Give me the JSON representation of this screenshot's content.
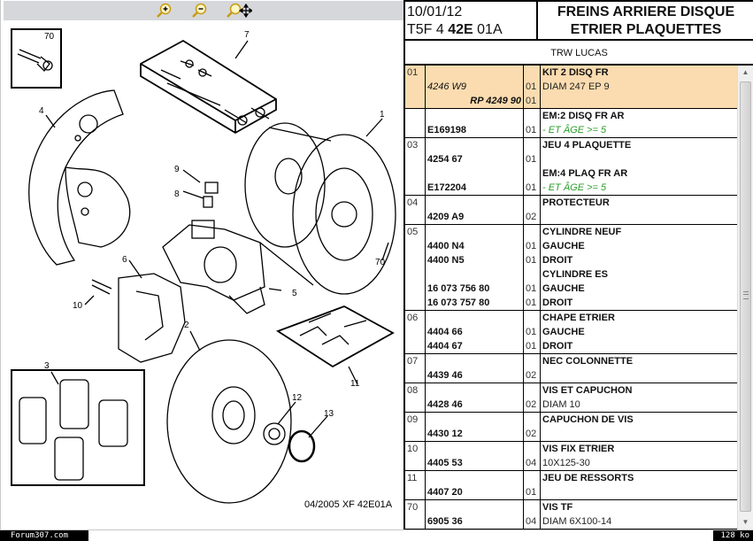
{
  "toolbar": {
    "tools": [
      {
        "name": "zoom-in",
        "icon": "zoom-in-icon"
      },
      {
        "name": "zoom-out",
        "icon": "zoom-out-icon"
      },
      {
        "name": "zoom-pan",
        "icon": "zoom-pan-icon"
      }
    ]
  },
  "drawing": {
    "stamp": "04/2005  XF 42E01A",
    "callouts": [
      "70",
      "7",
      "4",
      "1",
      "9",
      "8",
      "6",
      "10",
      "5",
      "70",
      "2",
      "3",
      "12",
      "13",
      "11"
    ]
  },
  "header": {
    "date": "10/01/12",
    "ref_prefix": "T5F 4 ",
    "ref_bold": "42E",
    "ref_suffix": " 01A",
    "title_line1": "FREINS ARRIERE DISQUE",
    "title_line2": "ETRIER PLAQUETTES",
    "brand": "TRW LUCAS"
  },
  "parts": [
    {
      "num": "01",
      "highlight": true,
      "lines": [
        {
          "pn": "",
          "qty": "",
          "label": "KIT 2 DISQ FR",
          "style": "b"
        },
        {
          "pn": "4246 W9",
          "pnstyle": "it",
          "qty": "01",
          "label": "DIAM 247 EP 9",
          "style": "n"
        },
        {
          "pn": "RP 4249 90",
          "pnstyle": "right-it",
          "qty": "01",
          "label": "",
          "style": "n"
        }
      ]
    },
    {
      "num": "",
      "highlight": false,
      "lines": [
        {
          "pn": "",
          "qty": "",
          "label": "EM:2 DISQ FR AR",
          "style": "b"
        },
        {
          "pn": "E169198",
          "qty": "01",
          "label": "- ET ÂGE >= 5",
          "style": "g"
        }
      ]
    },
    {
      "num": "03",
      "highlight": false,
      "lines": [
        {
          "pn": "",
          "qty": "",
          "label": "JEU 4 PLAQUETTE",
          "style": "b"
        },
        {
          "pn": "4254 67",
          "qty": "01",
          "label": "",
          "style": "n"
        },
        {
          "pn": "",
          "qty": "",
          "label": "EM:4 PLAQ FR AR",
          "style": "b"
        },
        {
          "pn": "E172204",
          "qty": "01",
          "label": "- ET ÂGE >= 5",
          "style": "g"
        }
      ]
    },
    {
      "num": "04",
      "highlight": false,
      "lines": [
        {
          "pn": "",
          "qty": "",
          "label": "PROTECTEUR",
          "style": "b"
        },
        {
          "pn": "4209 A9",
          "qty": "02",
          "label": "",
          "style": "n"
        }
      ]
    },
    {
      "num": "05",
      "highlight": false,
      "lines": [
        {
          "pn": "",
          "qty": "",
          "label": "CYLINDRE NEUF",
          "style": "b"
        },
        {
          "pn": "4400 N4",
          "qty": "01",
          "label": "GAUCHE",
          "style": "b"
        },
        {
          "pn": "4400 N5",
          "qty": "01",
          "label": "DROIT",
          "style": "b"
        },
        {
          "pn": "",
          "qty": "",
          "label": "CYLINDRE ES",
          "style": "b"
        },
        {
          "pn": "16 073 756 80",
          "qty": "01",
          "label": "GAUCHE",
          "style": "b"
        },
        {
          "pn": "16 073 757 80",
          "qty": "01",
          "label": "DROIT",
          "style": "b"
        }
      ]
    },
    {
      "num": "06",
      "highlight": false,
      "lines": [
        {
          "pn": "",
          "qty": "",
          "label": "CHAPE ETRIER",
          "style": "b"
        },
        {
          "pn": "4404 66",
          "qty": "01",
          "label": "GAUCHE",
          "style": "b"
        },
        {
          "pn": "4404 67",
          "qty": "01",
          "label": "DROIT",
          "style": "b"
        }
      ]
    },
    {
      "num": "07",
      "highlight": false,
      "lines": [
        {
          "pn": "",
          "qty": "",
          "label": "NEC COLONNETTE",
          "style": "b"
        },
        {
          "pn": "4439 46",
          "qty": "02",
          "label": "",
          "style": "n"
        }
      ]
    },
    {
      "num": "08",
      "highlight": false,
      "lines": [
        {
          "pn": "",
          "qty": "",
          "label": "VIS ET CAPUCHON",
          "style": "b"
        },
        {
          "pn": "4428 46",
          "qty": "02",
          "label": "DIAM 10",
          "style": "n"
        }
      ]
    },
    {
      "num": "09",
      "highlight": false,
      "lines": [
        {
          "pn": "",
          "qty": "",
          "label": "CAPUCHON DE VIS",
          "style": "b"
        },
        {
          "pn": "4430 12",
          "qty": "02",
          "label": "",
          "style": "n"
        }
      ]
    },
    {
      "num": "10",
      "highlight": false,
      "lines": [
        {
          "pn": "",
          "qty": "",
          "label": "VIS FIX ETRIER",
          "style": "b"
        },
        {
          "pn": "4405 53",
          "qty": "04",
          "label": "10X125-30",
          "style": "n"
        }
      ]
    },
    {
      "num": "11",
      "highlight": false,
      "lines": [
        {
          "pn": "",
          "qty": "",
          "label": "JEU DE RESSORTS",
          "style": "b"
        },
        {
          "pn": "4407 20",
          "qty": "01",
          "label": "",
          "style": "n"
        }
      ]
    },
    {
      "num": "70",
      "highlight": false,
      "lines": [
        {
          "pn": "",
          "qty": "",
          "label": "VIS TF",
          "style": "b"
        },
        {
          "pn": "6905 36",
          "qty": "04",
          "label": "DIAM 6X100-14",
          "style": "n"
        }
      ]
    }
  ],
  "footer": {
    "site": "Forum307.com",
    "size": "128 ko"
  }
}
